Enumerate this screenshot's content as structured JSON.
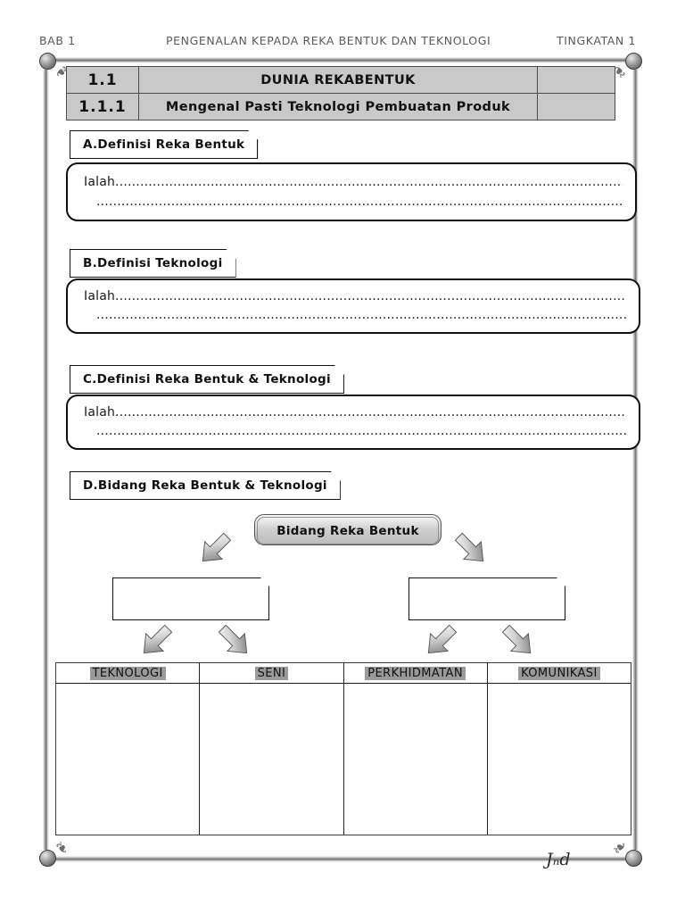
{
  "page": {
    "header_left": "BAB 1",
    "header_center": "PENGENALAN KEPADA REKA BENTUK DAN TEKNOLOGI",
    "header_right": "TINGKATAN 1",
    "signature": "Jₙd"
  },
  "code_table": {
    "rows": [
      {
        "code": "1.1",
        "title": "DUNIA REKABENTUK",
        "blank": ""
      },
      {
        "code": "1.1.1",
        "title": "Mengenal Pasti Teknologi Pembuatan Produk",
        "blank": ""
      }
    ]
  },
  "sections": [
    {
      "label": "A.Definisi Reka Bentuk",
      "line1": "Ialah..............................................................................................................................................................",
      "line2": "........................................................................................................................................................................"
    },
    {
      "label": "B.Definisi Teknologi",
      "line1": "Ialah..............................................................................................................................................................",
      "line2": "........................................................................................................................................................................"
    },
    {
      "label": "C.Definisi Reka Bentuk & Teknologi",
      "line1": "Ialah..............................................................................................................................................................",
      "line2": "........................................................................................................................................................................"
    }
  ],
  "diagram": {
    "label": "D.Bidang Reka Bentuk & Teknologi",
    "root": "Bidang Reka Bentuk",
    "branch_boxes": [
      "",
      ""
    ],
    "columns": [
      {
        "header": "TEKNOLOGI",
        "body": ""
      },
      {
        "header": "SENI",
        "body": ""
      },
      {
        "header": "PERKHIDMATAN",
        "body": ""
      },
      {
        "header": "KOMUNIKASI",
        "body": ""
      }
    ],
    "arrows": [
      {
        "name": "arrow-down-left-to-box1",
        "dir": "down-left"
      },
      {
        "name": "arrow-down-right-to-box2",
        "dir": "down-right"
      },
      {
        "name": "arrow-down-left-to-teknologi",
        "dir": "down-left"
      },
      {
        "name": "arrow-down-right-to-seni",
        "dir": "down-right"
      },
      {
        "name": "arrow-down-left-to-perkhidmatan",
        "dir": "down-left"
      },
      {
        "name": "arrow-down-right-to-komunikasi",
        "dir": "down-right"
      }
    ]
  },
  "colors": {
    "table_fill": "#c9c9c9",
    "header_highlight": "#9a9a9a",
    "frame": "#6f6f6f",
    "ink": "#111111"
  }
}
